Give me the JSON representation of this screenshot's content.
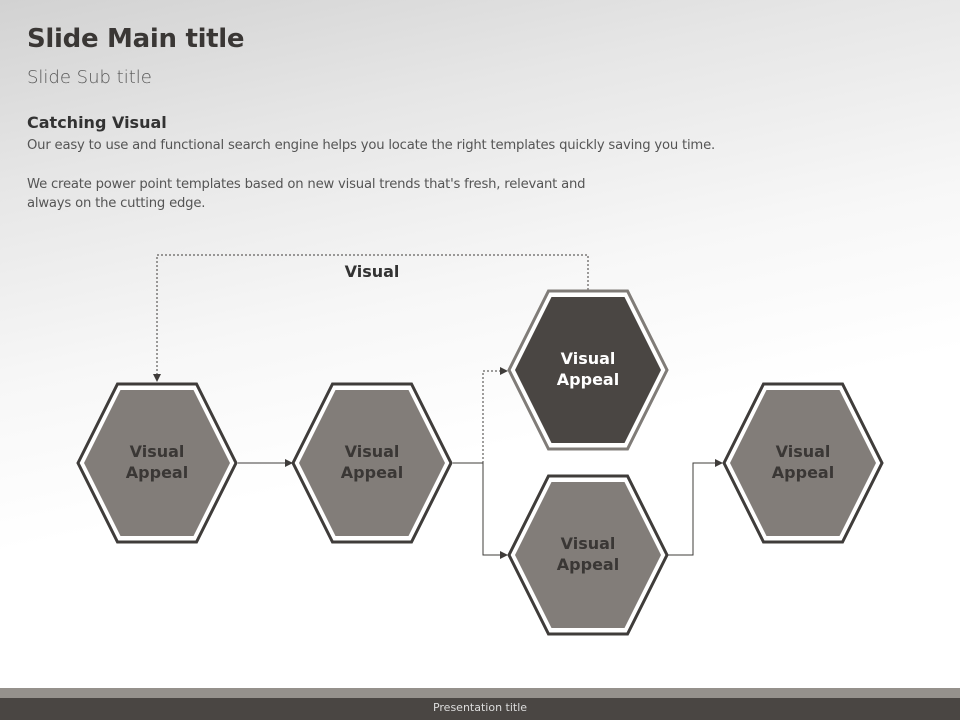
{
  "slide": {
    "title": "Slide Main title",
    "subtitle": "Slide Sub title",
    "heading": "Catching Visual",
    "paragraph1": "Our easy to use and functional search engine helps you locate the right templates quickly saving you time.",
    "paragraph2": "We create power point templates based on new visual trends that's fresh, relevant and always on the cutting edge."
  },
  "diagram": {
    "loop_label": "Visual",
    "nodes": [
      {
        "line1": "Visual",
        "line2": "Appeal"
      },
      {
        "line1": "Visual",
        "line2": "Appeal"
      },
      {
        "line1": "Visual",
        "line2": "Appeal"
      },
      {
        "line1": "Visual",
        "line2": "Appeal"
      },
      {
        "line1": "Visual",
        "line2": "Appeal"
      }
    ],
    "colors": {
      "node_fill": "#827d79",
      "highlight_fill": "#4a4643",
      "stroke": "#3f3c3a",
      "highlight_stroke": "#807c78"
    }
  },
  "footer": {
    "title": "Presentation title"
  }
}
